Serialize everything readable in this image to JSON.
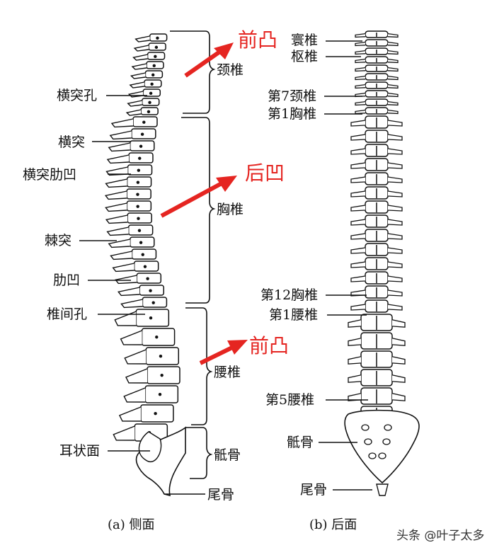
{
  "lateral": {
    "labels": {
      "transverse_foramen": "横突孔",
      "transverse_process": "横突",
      "transverse_costal_fovea": "横突肋凹",
      "spinous_process": "棘突",
      "costal_fovea": "肋凹",
      "intervertebral_foramen": "椎间孔",
      "auricular_surface": "耳状面"
    },
    "regions": {
      "cervical": "颈椎",
      "thoracic": "胸椎",
      "lumbar": "腰椎",
      "sacrum": "骶骨",
      "coccyx": "尾骨"
    },
    "curvature": {
      "cervical": "前凸",
      "thoracic": "后凹",
      "lumbar": "前凸"
    },
    "caption": "(a) 侧面"
  },
  "posterior": {
    "labels": {
      "atlas": "寰椎",
      "axis": "枢椎",
      "c7": "第7颈椎",
      "t1": "第1胸椎",
      "t12": "第12胸椎",
      "l1": "第1腰椎",
      "l5": "第5腰椎",
      "sacrum": "骶骨",
      "coccyx": "尾骨"
    },
    "caption": "(b) 后面"
  },
  "watermark": "头条 @叶子太多",
  "colors": {
    "accent_red": "#e52521",
    "line": "#111111"
  }
}
